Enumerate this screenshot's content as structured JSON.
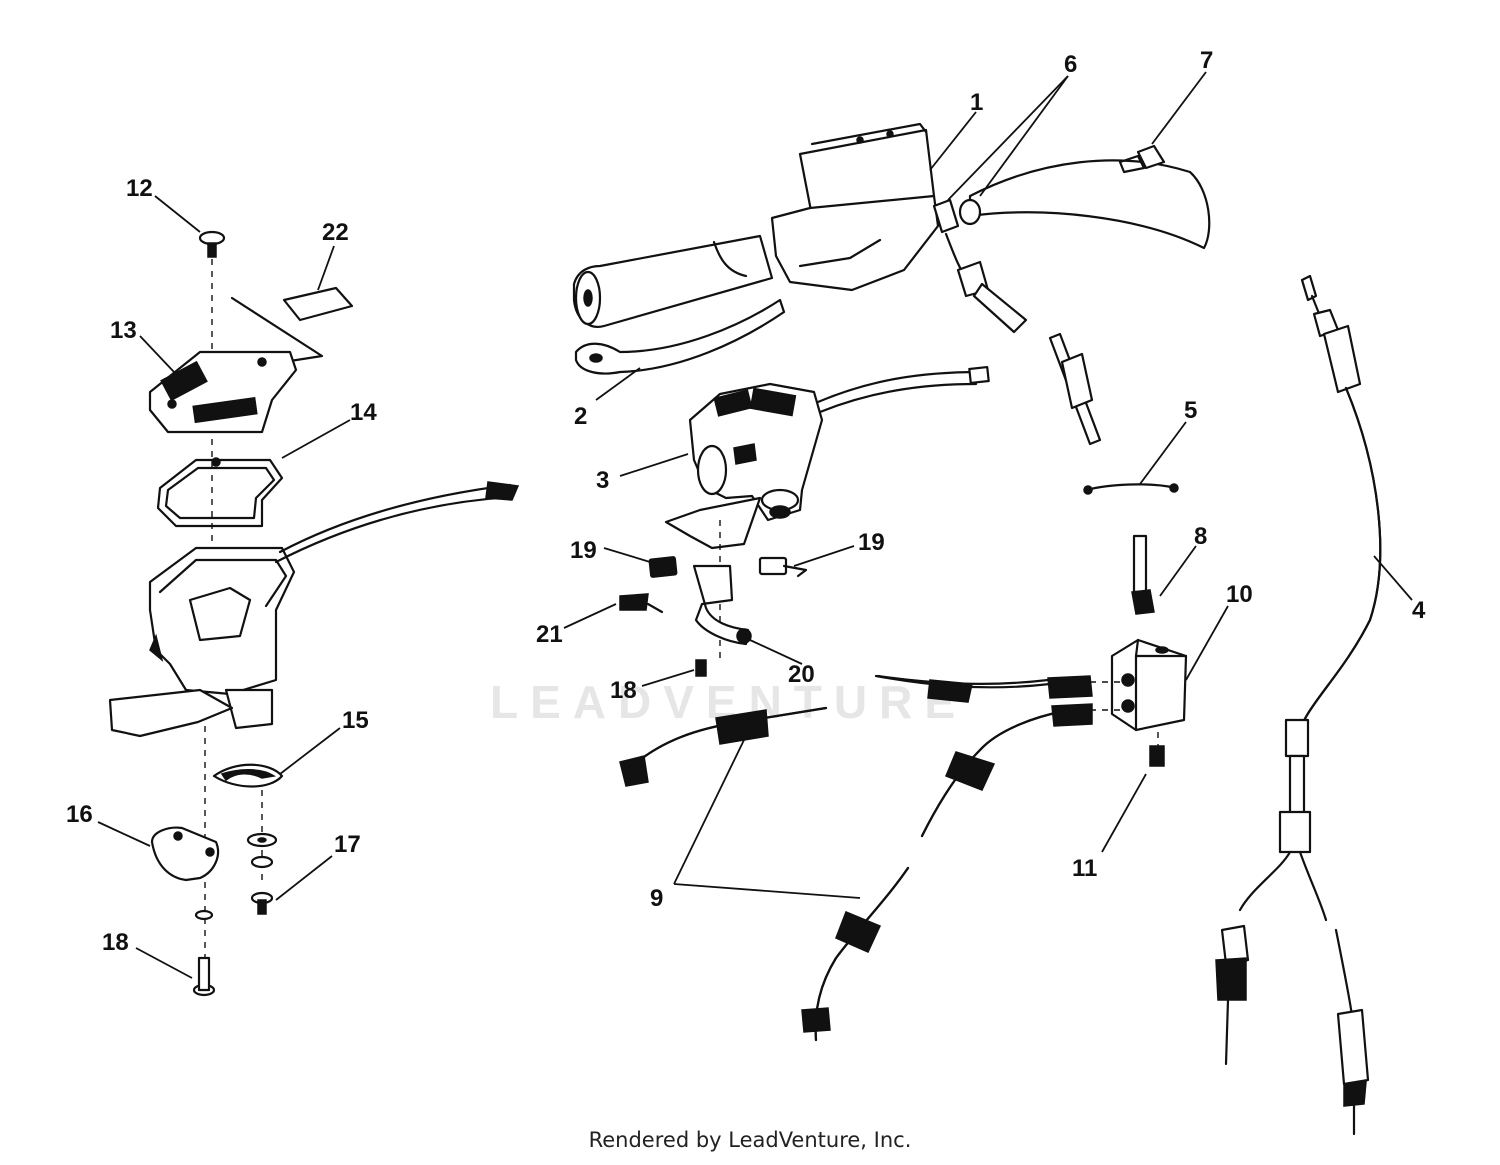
{
  "watermark": "LEADVENTURE",
  "footer": "Rendered by LeadVenture, Inc.",
  "callouts": {
    "c1": "1",
    "c2": "2",
    "c3": "3",
    "c4": "4",
    "c5": "5",
    "c6": "6",
    "c7": "7",
    "c8": "8",
    "c9": "9",
    "c10": "10",
    "c11": "11",
    "c12": "12",
    "c13": "13",
    "c14": "14",
    "c15": "15",
    "c16": "16",
    "c17": "17",
    "c18a": "18",
    "c18b": "18",
    "c19a": "19",
    "c19b": "19",
    "c20": "20",
    "c21": "21",
    "c22": "22"
  }
}
